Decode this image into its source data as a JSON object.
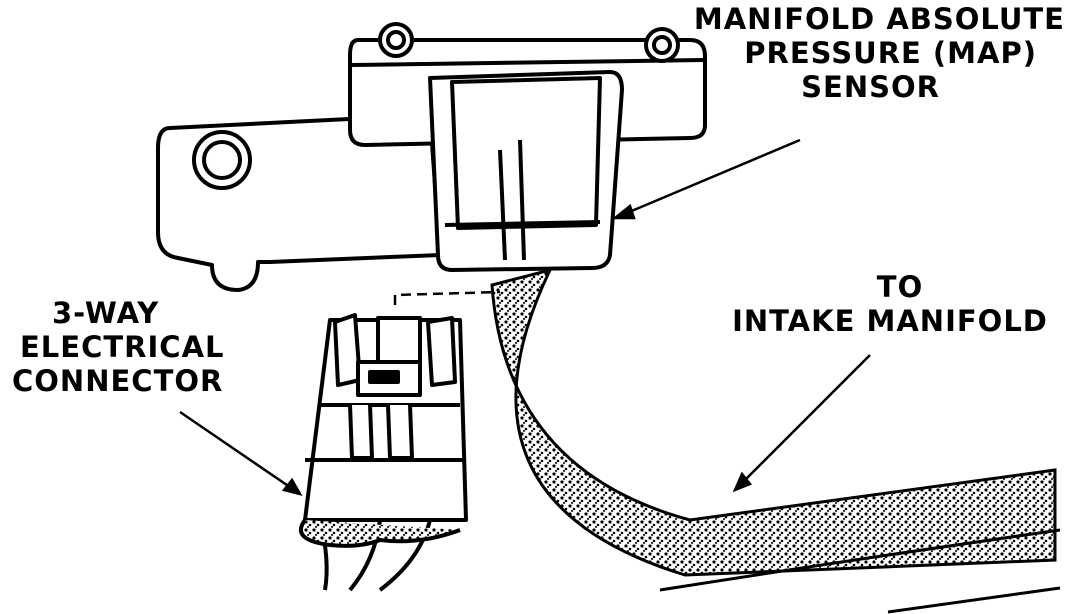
{
  "labels": {
    "map_sensor": {
      "line1": "MANIFOLD ABSOLUTE",
      "line2": "PRESSURE (MAP)",
      "line3": "SENSOR"
    },
    "intake": {
      "line1": "TO",
      "line2": "INTAKE MANIFOLD"
    },
    "connector": {
      "line1": "3-WAY",
      "line2": "ELECTRICAL",
      "line3": "CONNECTOR"
    }
  },
  "colors": {
    "ink": "#000000",
    "paper": "#ffffff"
  }
}
